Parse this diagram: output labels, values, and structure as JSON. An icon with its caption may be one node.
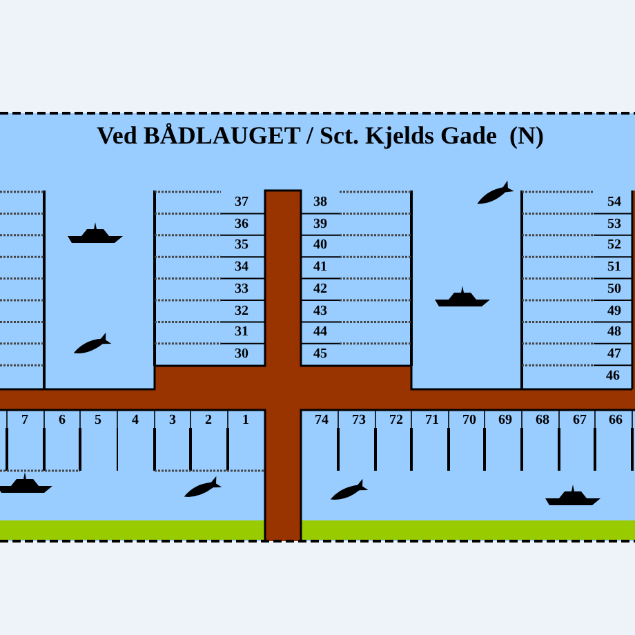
{
  "diagram": {
    "title": "Ved BÅDLAUGET / Sct. Kjelds Gade  (N)",
    "labels": [
      "37",
      "38",
      "54",
      "36",
      "39",
      "53",
      "35",
      "40",
      "52",
      "34",
      "41",
      "51",
      "33",
      "42",
      "50",
      "32",
      "43",
      "49",
      "31",
      "44",
      "48",
      "30",
      "45",
      "47",
      "46",
      "7",
      "6",
      "5",
      "4",
      "3",
      "2",
      "1",
      "74",
      "73",
      "72",
      "71",
      "70",
      "69",
      "68",
      "67",
      "66"
    ]
  }
}
